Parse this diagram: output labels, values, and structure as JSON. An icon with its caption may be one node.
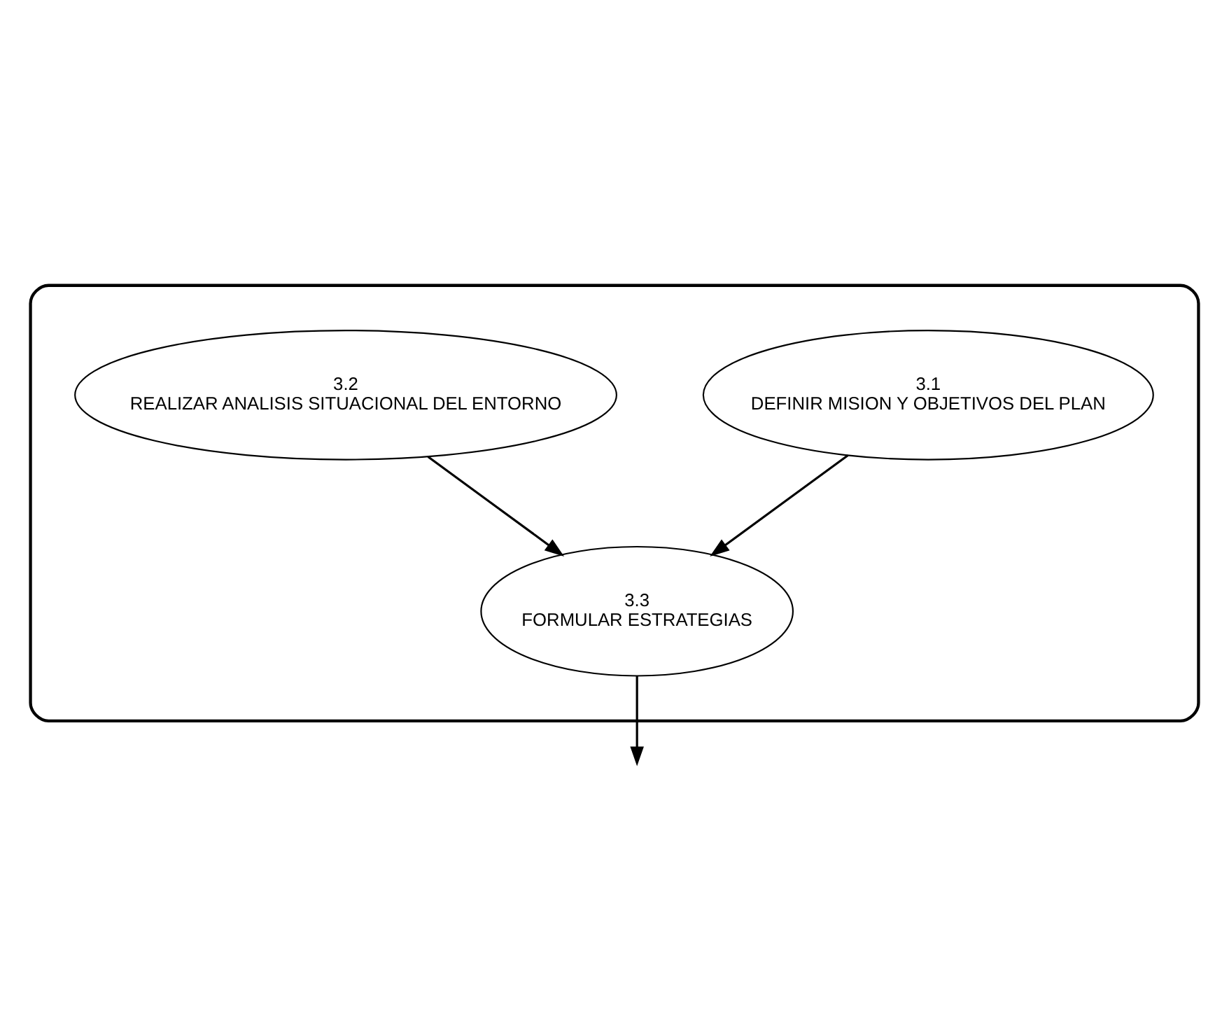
{
  "diagram": {
    "nodes": [
      {
        "text": [],
        "shape": "cloud"
      },
      {
        "text": [
          "3.1",
          "DEFINIR MISION Y OBJETIVOS DEL PLAN"
        ],
        "in": 0
      },
      {
        "text": [
          "3.2",
          "REALIZAR ANALISIS SITUACIONAL DEL ENTORNO"
        ],
        "in": 0
      },
      {
        "text": [
          "3.3",
          "FORMULAR ESTRATEGIAS"
        ],
        "in": 0
      }
    ],
    "edges": [
      {
        "from": 1,
        "to": 3,
        "arrow": "to"
      },
      {
        "from": 2,
        "to": 3,
        "arrow": "to"
      },
      {
        "from": 3,
        "to": null,
        "arrow": "to"
      }
    ]
  }
}
